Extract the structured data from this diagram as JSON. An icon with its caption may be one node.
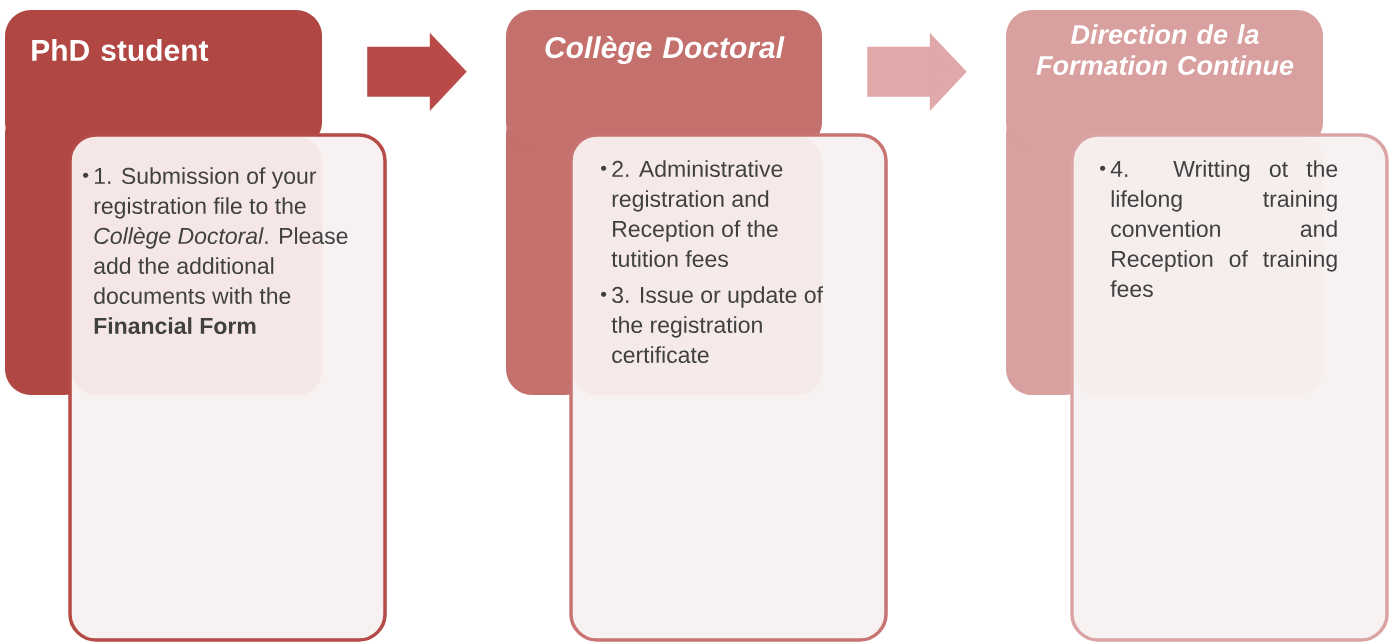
{
  "diagram": {
    "nodes": [
      {
        "text": [
          "PhD student"
        ]
      },
      {
        "text": [
          "1. Submission of your registration file to the *Collège Doctoral*. Please add the additional documents with the **Financial Form**"
        ]
      },
      {
        "text": [
          "Collège Doctoral"
        ]
      },
      {
        "text": [
          "2. Administrative registration and Reception of the tutition fees",
          "3. Issue or update of the registration certificate"
        ]
      },
      {
        "text": [
          "Direction de la Formation Continue"
        ]
      },
      {
        "text": [
          "4. Writting ot the lifelong training convention and Reception of training fees"
        ]
      }
    ],
    "edges": [
      {
        "from": 0,
        "to": 2,
        "arrow": "to",
        "color": "#b94a48"
      },
      {
        "from": 2,
        "to": 4,
        "arrow": "to",
        "color": "#e0a8a8"
      }
    ]
  }
}
